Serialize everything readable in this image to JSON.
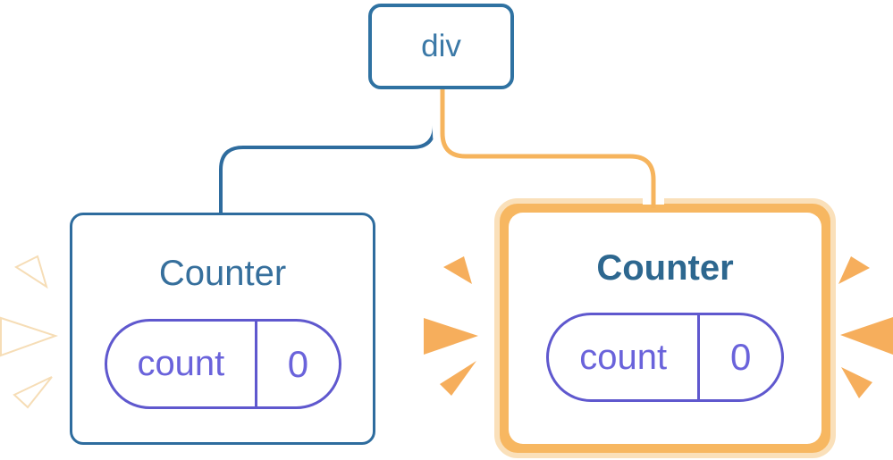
{
  "diagram": {
    "root": {
      "label": "div"
    },
    "counters": [
      {
        "title": "Counter",
        "state_key": "count",
        "state_value": "0",
        "highlighted": false
      },
      {
        "title": "Counter",
        "state_key": "count",
        "state_value": "0",
        "highlighted": true
      }
    ]
  },
  "icons": {
    "spark": "burst-emphasis-mark"
  },
  "colors": {
    "blue_border": "#2E6C9E",
    "blue_node_border": "#2F72A2",
    "blue_text": "#3B79A7",
    "title_blue": "#366F9C",
    "title_blue_bold": "#2D678F",
    "purple_border": "#5F58CE",
    "purple_text": "#6A63DB",
    "orange_spark": "#F6AE5C",
    "orange_connector": "#F6B45D",
    "orange_ring": "#F7B761",
    "orange_ring_light": "#FAE0BA",
    "white_spark_outline": "#F6DDB6",
    "white": "#FFFFFF"
  }
}
